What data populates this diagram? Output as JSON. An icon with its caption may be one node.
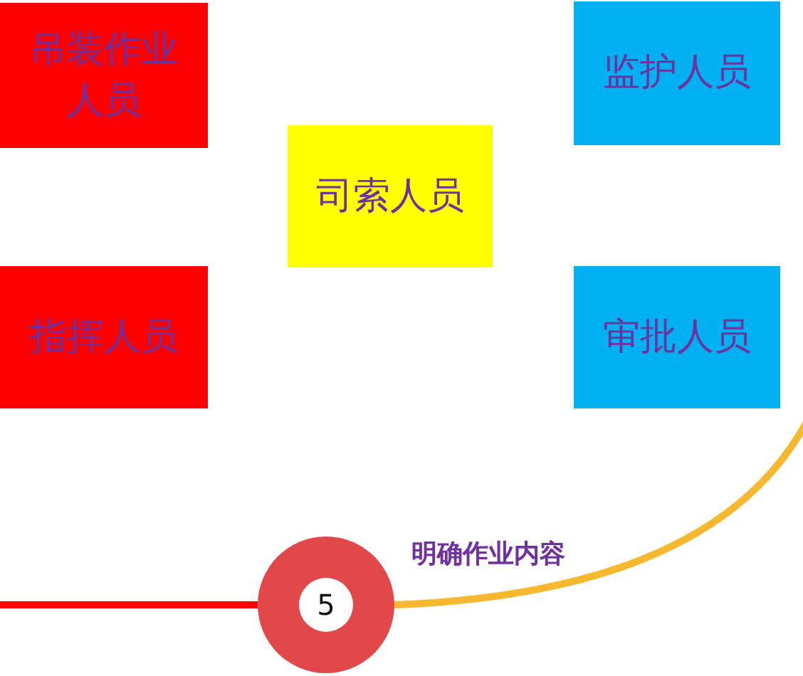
{
  "diagram": {
    "nodes": [
      {
        "text": [
          "吊装作业人员"
        ]
      },
      {
        "text": [
          "监护人员"
        ]
      },
      {
        "text": [
          "司索人员"
        ]
      },
      {
        "text": [
          "指挥人员"
        ]
      },
      {
        "text": [
          "审批人员"
        ]
      },
      {
        "text": [
          "5"
        ],
        "beside": [
          "明确作业内容"
        ]
      }
    ],
    "edges": [
      {
        "from": null,
        "to": 5,
        "arrow": "none",
        "color": "#ff0000"
      },
      {
        "from": 5,
        "to": null,
        "arrow": "none",
        "color": "#f5b82e"
      }
    ]
  }
}
